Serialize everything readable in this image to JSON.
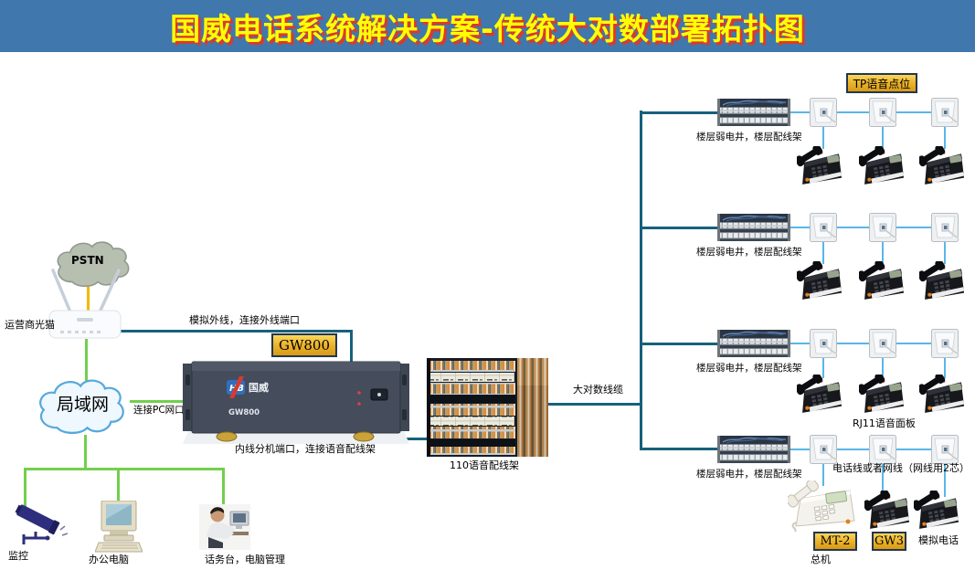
{
  "title": "国威电话系统解决方案-传统大对数部署拓扑图",
  "colors": {
    "title_bar": "#4077AC",
    "title_text": "#FFFF00",
    "title_shadow": "#D93A2E",
    "trunk_line_teal": "#16617C",
    "lan_line_green": "#72CF4D",
    "pstn_line_yellow": "#F4B800",
    "extension_line_blue": "#5AB6E8",
    "tag_gold": "#EDB62E"
  },
  "wan": {
    "pstn_cloud": "PSTN",
    "modem_label": "运营商光猫",
    "analog_line_label": "模拟外线，连接外线端口",
    "gw800_tag": "GW800"
  },
  "lan": {
    "cloud_label": "局域网",
    "pc_port_label": "连接PC网口",
    "camera_label": "监控",
    "office_pc_label": "办公电脑",
    "operator_label": "话务台，电脑管理"
  },
  "pbx": {
    "logo": "HB",
    "brand": "国威",
    "model": "GW800",
    "internal_ports_label": "内线分机端口，连接语音配线架"
  },
  "mdf": {
    "frame_label": "110语音配线架",
    "trunk_cable_label": "大对数线缆"
  },
  "floors": [
    {
      "label": "楼层弱电井，楼层配线架"
    },
    {
      "label": "楼层弱电井，楼层配线架"
    },
    {
      "label": "楼层弱电井，楼层配线架"
    },
    {
      "label": "楼层弱电井，楼层配线架"
    }
  ],
  "annotations": {
    "tp_point_tag": "TP语音点位",
    "rj11_panel_label": "RJ11语音面板",
    "cable_note": "电话线或者网线（网线用2芯）",
    "mt2_tag": "MT-2",
    "mt2_role_label": "总机",
    "gw3_tag": "GW3",
    "analog_phone_label": "模拟电话"
  }
}
